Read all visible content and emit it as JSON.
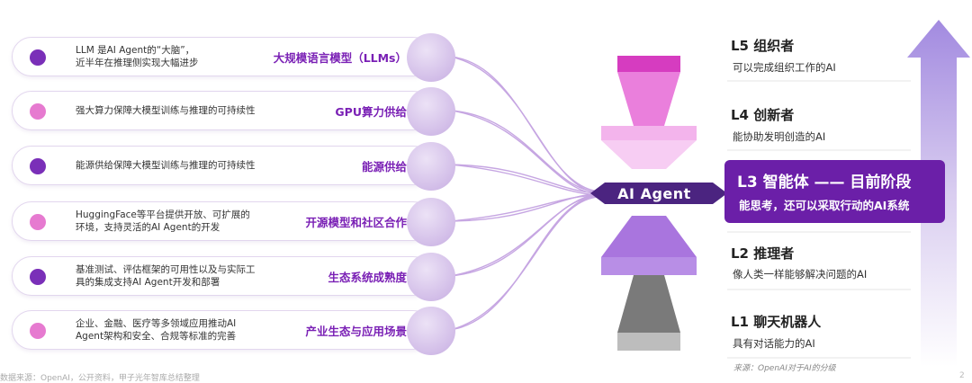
{
  "drivers": [
    {
      "title": "大规模语言模型（LLMs）",
      "desc": [
        "LLM 是AI Agent的“大脑”，",
        "近半年在推理侧实现大幅进步"
      ],
      "dot_color": "#7a2fb8"
    },
    {
      "title": "GPU算力供给",
      "desc": [
        "强大算力保障大模型训练与推理的可持续性"
      ],
      "dot_color": "#e67ad0"
    },
    {
      "title": "能源供给",
      "desc": [
        "能源供给保障大模型训练与推理的可持续性"
      ],
      "dot_color": "#7a2fb8"
    },
    {
      "title": "开源模型和社区合作",
      "desc": [
        "HuggingFace等平台提供开放、可扩展的",
        "环境，支持灵活的AI Agent的开发"
      ],
      "dot_color": "#e67ad0"
    },
    {
      "title": "生态系统成熟度",
      "desc": [
        "基准测试、评估框架的可用性以及与实际工",
        "具的集成支持AI Agent开发和部署"
      ],
      "dot_color": "#7a2fb8"
    },
    {
      "title": "产业生态与应用场景",
      "desc": [
        "企业、金融、医疗等多领域应用推动AI",
        "Agent架构和安全、合规等标准的完善"
      ],
      "dot_color": "#e67ad0"
    }
  ],
  "center": {
    "label": "AI Agent"
  },
  "levels": [
    {
      "title": "L5 组织者",
      "desc": "可以完成组织工作的AI"
    },
    {
      "title": "L4 创新者",
      "desc": "能协助发明创造的AI"
    },
    {
      "title": "L3 智能体 —— 目前阶段",
      "desc": "能思考，还可以采取行动的AI系统"
    },
    {
      "title": "L2 推理者",
      "desc": "像人类一样能够解决问题的AI"
    },
    {
      "title": "L1 聊天机器人",
      "desc": "具有对话能力的AI"
    }
  ],
  "source_note": "来源：OpenAI对于AI的分级",
  "footer": "数据来源：OpenAI，公开资料，甲子光年智库总结整理",
  "page_number": "2",
  "colors": {
    "accent": "#6b1fa8",
    "pink": "#e67ad0",
    "magenta": "#d63cc0",
    "grey": "#7a7a7a"
  }
}
